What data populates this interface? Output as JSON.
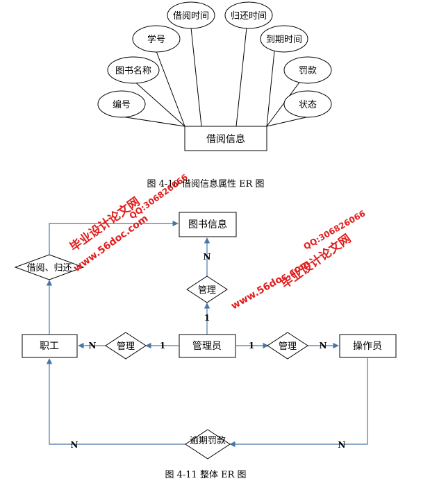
{
  "figure1": {
    "entity": "借阅信息",
    "attributes": [
      "编号",
      "图书名称",
      "学号",
      "借阅时间",
      "归还时间",
      "到期时间",
      "罚款",
      "状态"
    ],
    "caption": "图 4-10 借阅信息属性 ER 图"
  },
  "figure2": {
    "entities": {
      "book_info": "图书信息",
      "staff": "职工",
      "admin": "管理员",
      "operator": "操作员"
    },
    "relations": {
      "borrow_return": "借阅、归还",
      "manage_book": "管理",
      "manage_staff": "管理",
      "manage_operator": "管理",
      "overdue_fine": "逾期罚款"
    },
    "cardinalities": {
      "book_n": "N",
      "admin_book_1": "1",
      "staff_n": "N",
      "admin_staff_1": "1",
      "admin_op_1": "1",
      "operator_n": "N",
      "fine_left_n": "N",
      "fine_right_n": "N"
    },
    "caption": "图 4-11 整体 ER 图"
  },
  "watermarks": {
    "site_name": "毕业设计论文网",
    "url": "www.56doc.com",
    "qq": "QQ:306826066"
  },
  "colors": {
    "line": "#000000",
    "arrow": "#4a74a8",
    "watermark": "#e21d1d"
  }
}
